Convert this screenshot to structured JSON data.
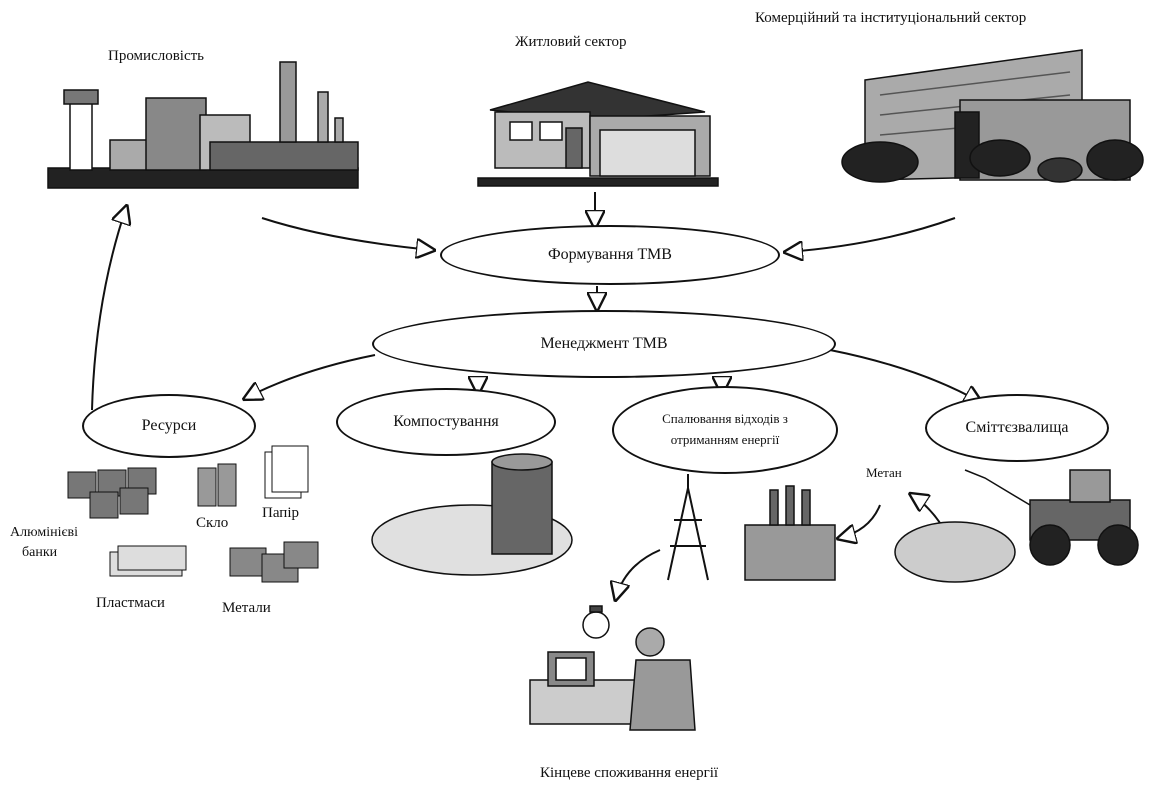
{
  "sectors": {
    "industry": "Промисловість",
    "residential": "Житловий сектор",
    "commercial": "Комерційний та інституціональний сектор"
  },
  "nodes": {
    "formation": "Формування ТМВ",
    "management": "Менеджмент ТМВ",
    "resources": "Ресурси",
    "composting": "Компостування",
    "incineration_line1": "Спалювання відходів з",
    "incineration_line2": "отриманням енергії",
    "landfill": "Сміттєзвалища"
  },
  "resource_items": {
    "aluminum_line1": "Алюмінієві",
    "aluminum_line2": "банки",
    "glass": "Скло",
    "paper": "Папір",
    "plastics": "Пластмаси",
    "metals": "Метали"
  },
  "methane": "Метан",
  "end_use": "Кінцеве споживання енергії"
}
